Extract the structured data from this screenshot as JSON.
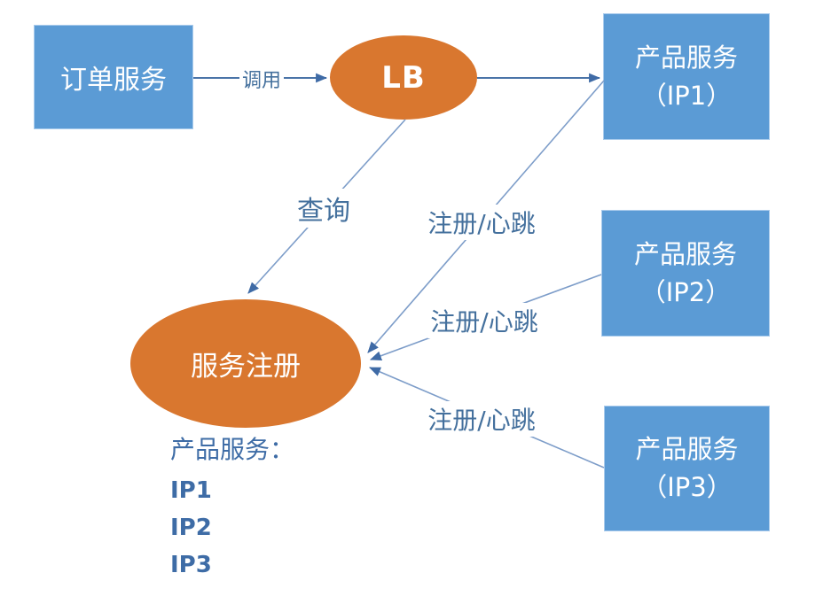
{
  "diagram": {
    "nodes": {
      "order": {
        "label": "订单服务"
      },
      "lb": {
        "label": "LB"
      },
      "ip1": {
        "line1": "产品服务",
        "line2": "（IP1）"
      },
      "ip2": {
        "line1": "产品服务",
        "line2": "（IP2）"
      },
      "ip3": {
        "line1": "产品服务",
        "line2": "（IP3）"
      },
      "registry": {
        "label": "服务注册"
      }
    },
    "edges": {
      "call": "调用",
      "query": "查询",
      "register1": "注册/心跳",
      "register2": "注册/心跳",
      "register3": "注册/心跳"
    },
    "registry_list": {
      "title": "产品服务：",
      "items": [
        "IP1",
        "IP2",
        "IP3"
      ]
    },
    "colors": {
      "node_blue": "#5b9bd5",
      "node_orange": "#d9772f",
      "connector_dark": "#4a74a8",
      "connector_light": "#7d9dc9",
      "arrowhead": "#3f6ba6",
      "label_text": "#44709d",
      "list_text": "#3e6ca6",
      "node_text": "#ffffff"
    }
  }
}
